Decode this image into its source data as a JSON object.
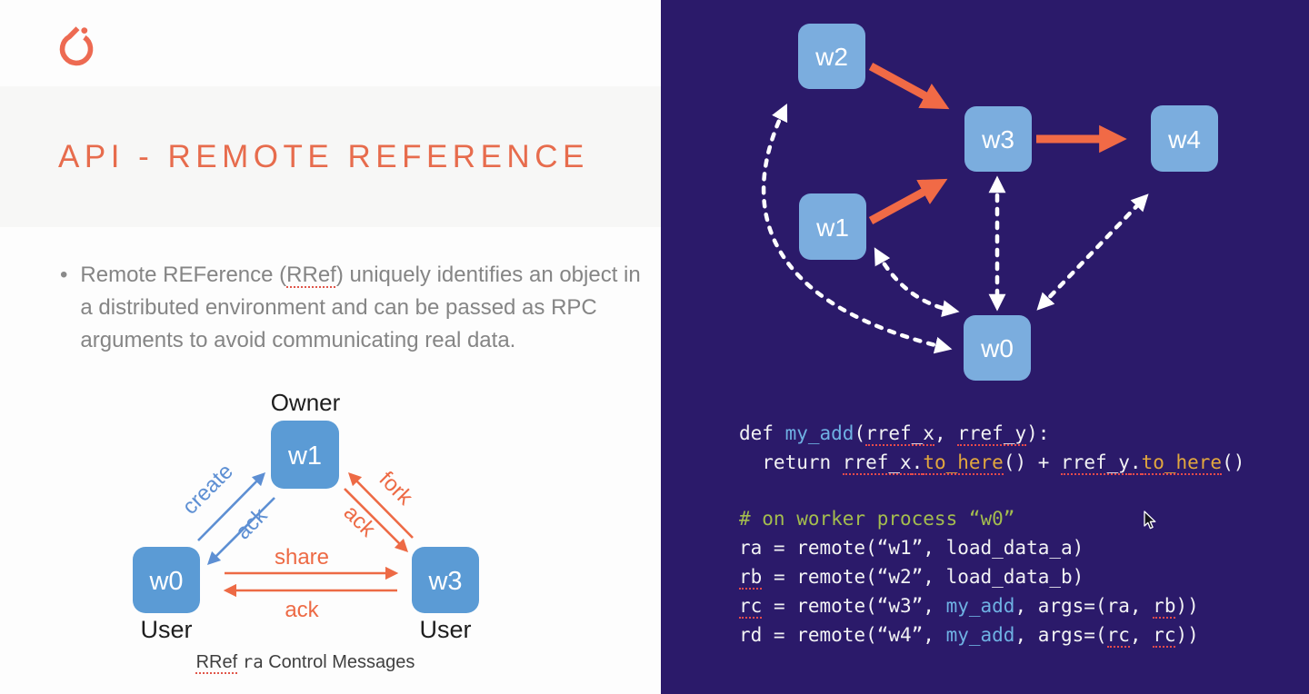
{
  "slide": {
    "title": "API - REMOTE REFERENCE",
    "bullet": {
      "pre": "Remote REFerence (",
      "rref": "RRef",
      "post": ") uniquely identifies an object in a distributed environment and can be passed as RPC arguments to avoid communicating real data."
    }
  },
  "left_diagram": {
    "owner_label": "Owner",
    "user_label_left": "User",
    "user_label_right": "User",
    "nodes": {
      "w1": "w1",
      "w0": "w0",
      "w3": "w3"
    },
    "edges": {
      "create": "create",
      "ack_blue": "ack",
      "fork": "fork",
      "ack_fork": "ack",
      "share": "share",
      "ack_share": "ack"
    },
    "caption": {
      "rref": "RRef",
      "var": "ra",
      "rest": " Control Messages"
    }
  },
  "right_diagram": {
    "nodes": {
      "w2": "w2",
      "w3": "w3",
      "w4": "w4",
      "w1": "w1",
      "w0": "w0"
    }
  },
  "code_blocks": [
    {
      "lines": [
        [
          {
            "t": "def ",
            "s": "w"
          },
          {
            "t": "my_add",
            "s": "b"
          },
          {
            "t": "(",
            "s": "w"
          },
          {
            "t": "rref_x",
            "s": "w u"
          },
          {
            "t": ", ",
            "s": "w"
          },
          {
            "t": "rref_y",
            "s": "w u"
          },
          {
            "t": "):",
            "s": "w"
          }
        ],
        [
          {
            "t": "  return ",
            "s": "w"
          },
          {
            "t": "rref_x",
            "s": "w u"
          },
          {
            "t": ".",
            "s": "w u"
          },
          {
            "t": "to_here",
            "s": "g u"
          },
          {
            "t": "() + ",
            "s": "w"
          },
          {
            "t": "rref_y",
            "s": "w u"
          },
          {
            "t": ".",
            "s": "w u"
          },
          {
            "t": "to_here",
            "s": "g u"
          },
          {
            "t": "()",
            "s": "w"
          }
        ]
      ]
    },
    {
      "lines": [
        [
          {
            "t": "# on worker process “w0”",
            "s": "c"
          }
        ],
        [
          {
            "t": "ra = remote(“w1”, load_data_a)",
            "s": "w"
          }
        ],
        [
          {
            "t": "rb",
            "s": "w u"
          },
          {
            "t": " = remote(“w2”, load_data_b)",
            "s": "w"
          }
        ],
        [
          {
            "t": "rc",
            "s": "w u"
          },
          {
            "t": " = remote(“w3”, ",
            "s": "w"
          },
          {
            "t": "my_add",
            "s": "b"
          },
          {
            "t": ", args=(ra, ",
            "s": "w"
          },
          {
            "t": "rb",
            "s": "w u"
          },
          {
            "t": "))",
            "s": "w"
          }
        ],
        [
          {
            "t": "rd = remote(“w4”, ",
            "s": "w"
          },
          {
            "t": "my_add",
            "s": "b"
          },
          {
            "t": ", args=(",
            "s": "w"
          },
          {
            "t": "rc",
            "s": "w u"
          },
          {
            "t": ", ",
            "s": "w"
          },
          {
            "t": "rc",
            "s": "w u"
          },
          {
            "t": "))",
            "s": "w"
          }
        ]
      ]
    }
  ],
  "colors": {
    "title_orange": "#e76c4d",
    "arrow_orange": "#ed6a45",
    "arrow_blue": "#5d8fd3",
    "node_blue_left": "#5b9bd5",
    "node_blue_right": "#7badde",
    "bg_right": "#2b1a6a",
    "code_white": "#f2f2f4",
    "code_blue": "#6fb1e3",
    "code_gold": "#e2a73e",
    "comment_green": "#a4bd4e",
    "underline_red": "#e84b4b"
  }
}
